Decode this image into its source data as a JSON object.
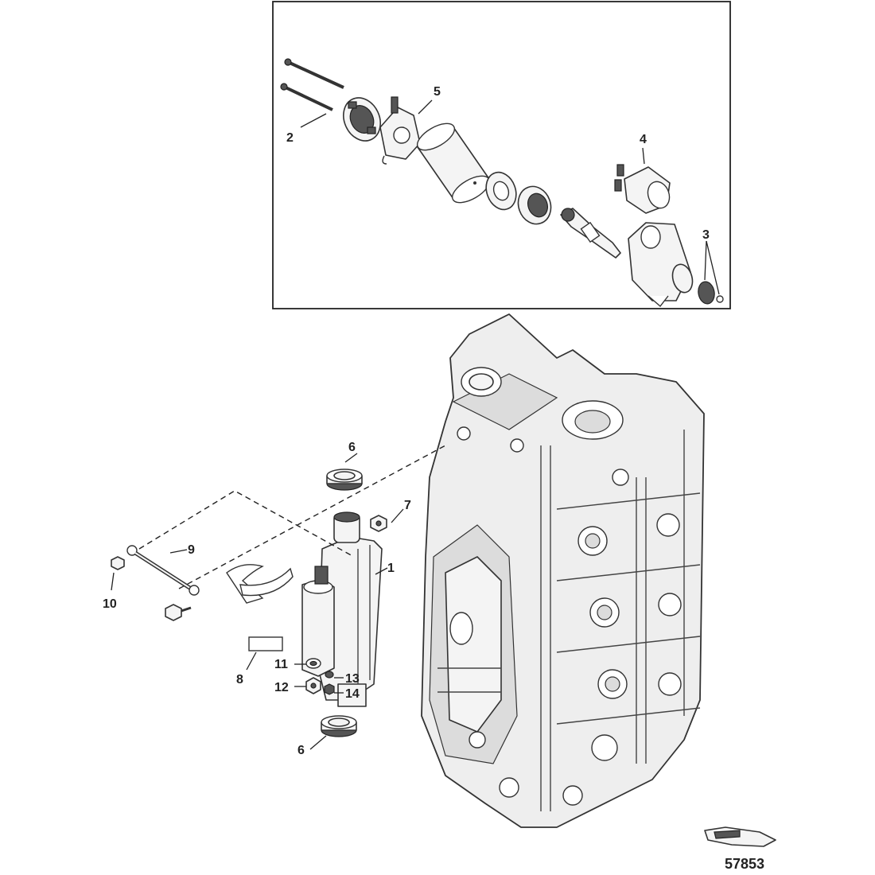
{
  "figure_number": "57853",
  "callouts": {
    "c1": "1",
    "c2": "2",
    "c3": "3",
    "c4": "4",
    "c5": "5",
    "c6_top": "6",
    "c6_bottom": "6",
    "c7": "7",
    "c8": "8",
    "c9": "9",
    "c10": "10",
    "c11": "11",
    "c12": "12",
    "c13": "13",
    "c14": "14"
  }
}
